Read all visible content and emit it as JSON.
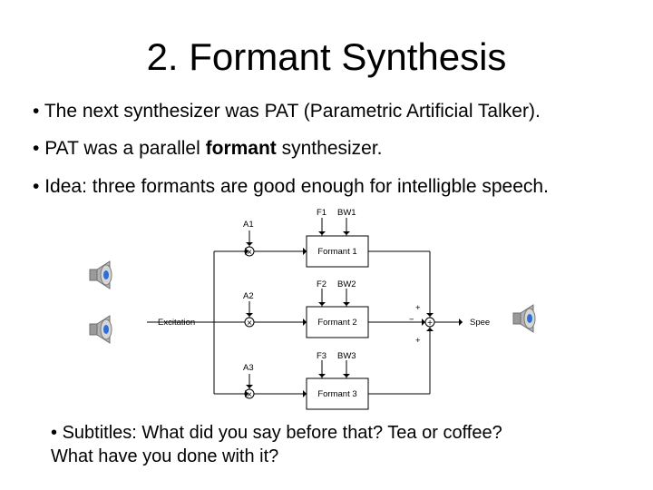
{
  "slide": {
    "title": "2. Formant Synthesis",
    "bullets": [
      {
        "marker": "•",
        "text": "The next synthesizer was PAT (Parametric Artificial Talker)."
      },
      {
        "marker": "•",
        "pre": "PAT was a parallel ",
        "bold": "formant",
        "post": " synthesizer."
      },
      {
        "marker": "•",
        "text": "Idea: three formants are good enough for intelligble speech."
      }
    ],
    "subtitles": {
      "marker": "•",
      "line1": "Subtitles: What did you say before that?  Tea or coffee?",
      "line2": "What have you done with it?"
    }
  },
  "diagram": {
    "input_label": "Excitation",
    "output_label": "Speech",
    "branches": [
      {
        "amp": "A1",
        "freq": "F1",
        "bw": "BW1",
        "box": "Formant 1",
        "sign": "+"
      },
      {
        "amp": "A2",
        "freq": "F2",
        "bw": "BW2",
        "box": "Formant 2",
        "sign": "−"
      },
      {
        "amp": "A3",
        "freq": "F3",
        "bw": "BW3",
        "box": "Formant 3",
        "sign": "+"
      }
    ],
    "multiply_symbol": "×",
    "sum_symbol": "+"
  },
  "icons": [
    "speaker-icon",
    "speaker-icon",
    "speaker-icon"
  ],
  "colors": {
    "speaker_body": "#8c8c8c",
    "speaker_cone": "#2d6fd6",
    "line": "#000000"
  }
}
